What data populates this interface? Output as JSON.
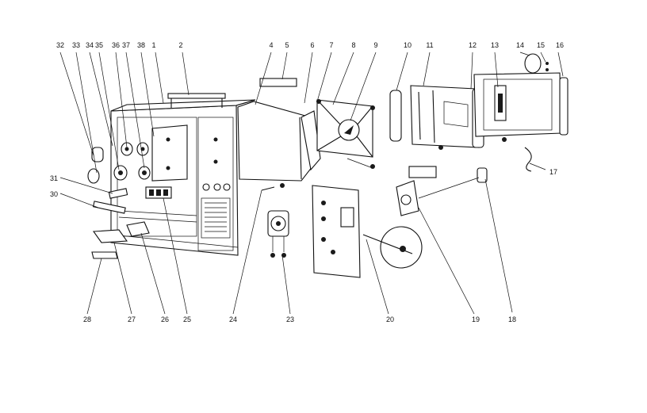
{
  "diagram": {
    "callouts": [
      {
        "id": "c1",
        "label": "1"
      },
      {
        "id": "c2",
        "label": "2"
      },
      {
        "id": "c4",
        "label": "4"
      },
      {
        "id": "c5",
        "label": "5"
      },
      {
        "id": "c6",
        "label": "6"
      },
      {
        "id": "c7",
        "label": "7"
      },
      {
        "id": "c8",
        "label": "8"
      },
      {
        "id": "c9",
        "label": "9"
      },
      {
        "id": "c10",
        "label": "10"
      },
      {
        "id": "c11",
        "label": "11"
      },
      {
        "id": "c12",
        "label": "12"
      },
      {
        "id": "c13",
        "label": "13"
      },
      {
        "id": "c14",
        "label": "14"
      },
      {
        "id": "c15",
        "label": "15"
      },
      {
        "id": "c16",
        "label": "16"
      },
      {
        "id": "c17",
        "label": "17"
      },
      {
        "id": "c18",
        "label": "18"
      },
      {
        "id": "c19",
        "label": "19"
      },
      {
        "id": "c20",
        "label": "20"
      },
      {
        "id": "c23",
        "label": "23"
      },
      {
        "id": "c24",
        "label": "24"
      },
      {
        "id": "c25",
        "label": "25"
      },
      {
        "id": "c26",
        "label": "26"
      },
      {
        "id": "c27",
        "label": "27"
      },
      {
        "id": "c28",
        "label": "28"
      },
      {
        "id": "c30",
        "label": "30"
      },
      {
        "id": "c31",
        "label": "31"
      },
      {
        "id": "c32",
        "label": "32"
      },
      {
        "id": "c33",
        "label": "33"
      },
      {
        "id": "c34",
        "label": "34"
      },
      {
        "id": "c35",
        "label": "35"
      },
      {
        "id": "c36",
        "label": "36"
      },
      {
        "id": "c37",
        "label": "37"
      },
      {
        "id": "c38",
        "label": "38"
      }
    ]
  }
}
